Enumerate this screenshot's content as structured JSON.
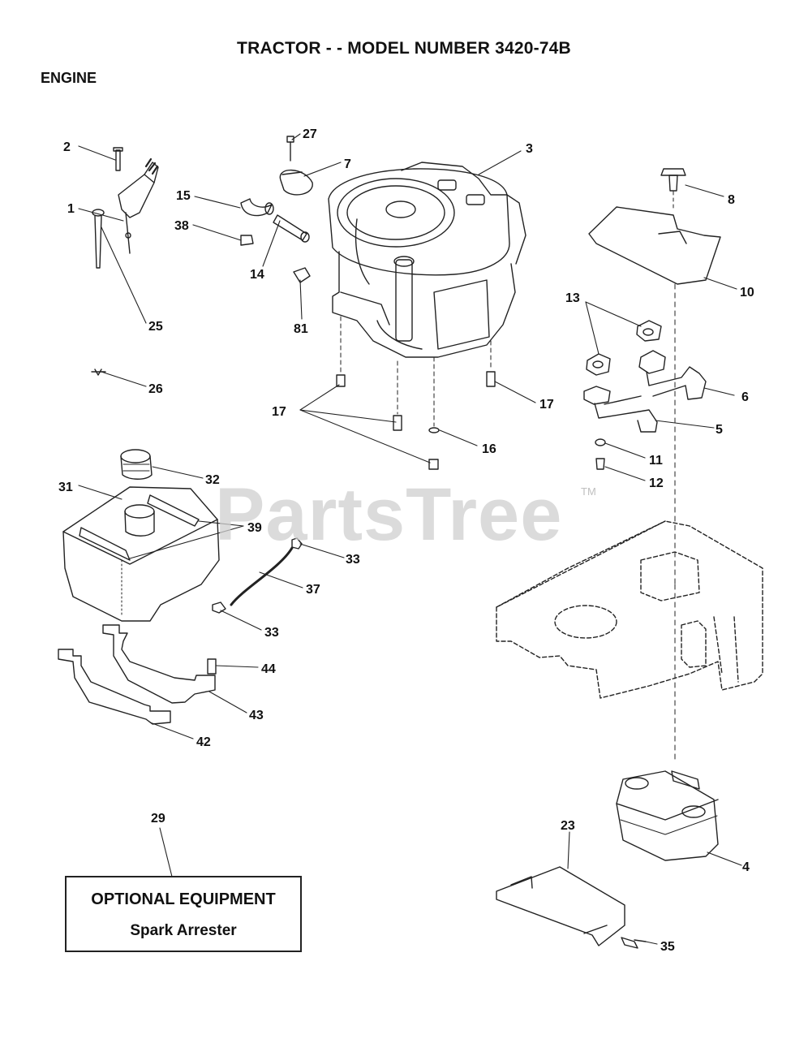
{
  "header": {
    "title": "TRACTOR - - MODEL NUMBER 3420-74B",
    "section": "ENGINE"
  },
  "watermark": {
    "text": "PartsTree",
    "tm": "TM"
  },
  "optional_box": {
    "heading": "OPTIONAL EQUIPMENT",
    "item": "Spark Arrester"
  },
  "callouts": {
    "c1": "1",
    "c2": "2",
    "c3": "3",
    "c4": "4",
    "c5": "5",
    "c6": "6",
    "c7": "7",
    "c8": "8",
    "c10": "10",
    "c11": "11",
    "c12": "12",
    "c13": "13",
    "c14": "14",
    "c15": "15",
    "c16": "16",
    "c17a": "17",
    "c17b": "17",
    "c23": "23",
    "c25": "25",
    "c26": "26",
    "c27": "27",
    "c29": "29",
    "c31": "31",
    "c32": "32",
    "c33a": "33",
    "c33b": "33",
    "c35": "35",
    "c37": "37",
    "c38": "38",
    "c39": "39",
    "c42": "42",
    "c43": "43",
    "c44": "44",
    "c81": "81"
  }
}
